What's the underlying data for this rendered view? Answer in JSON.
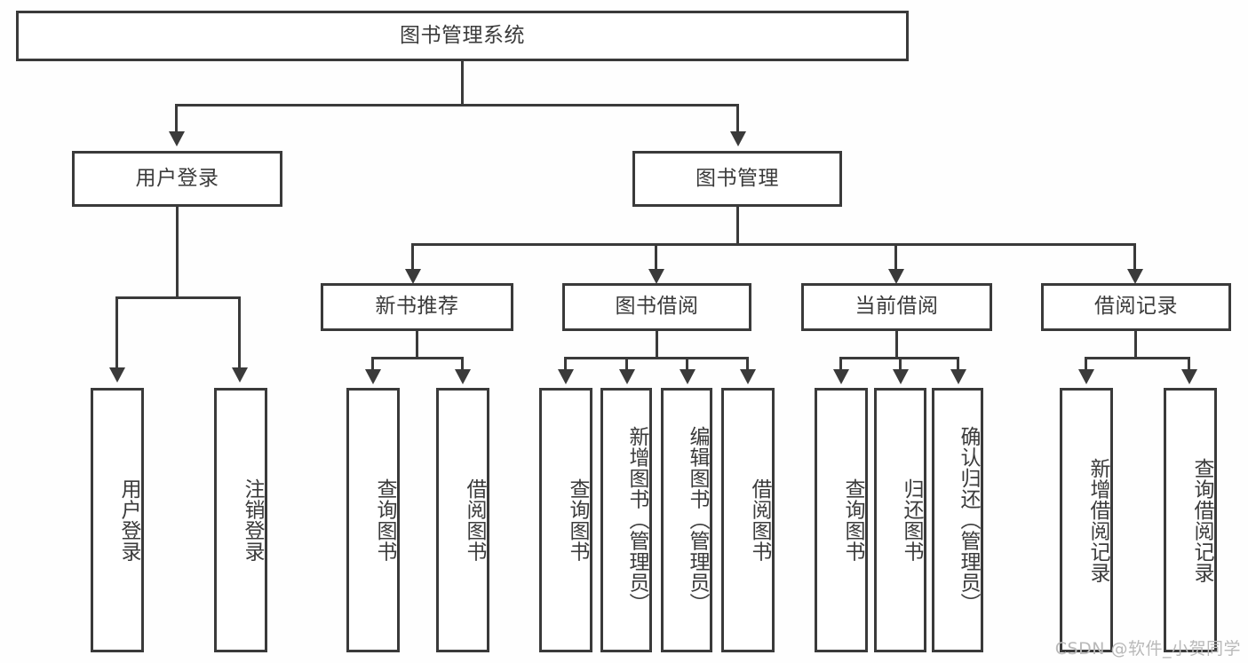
{
  "diagram": {
    "title": "图书管理系统",
    "type": "hierarchy-tree",
    "watermark": "CSDN @软件_小贺同学",
    "colors": {
      "line": "#3a3a3a",
      "text": "#3b3b3b",
      "box_fill": "#ffffff",
      "background": "#fefefe",
      "watermark": "#b9b9b9"
    },
    "root": {
      "label": "图书管理系统"
    },
    "level2": [
      {
        "label": "用户登录"
      },
      {
        "label": "图书管理"
      }
    ],
    "level3": [
      {
        "label": "新书推荐"
      },
      {
        "label": "图书借阅"
      },
      {
        "label": "当前借阅"
      },
      {
        "label": "借阅记录"
      }
    ],
    "leaves": [
      {
        "label": "用户登录",
        "parent": "用户登录"
      },
      {
        "label": "注销登录",
        "parent": "用户登录"
      },
      {
        "label": "查询图书",
        "parent": "新书推荐"
      },
      {
        "label": "借阅图书",
        "parent": "新书推荐"
      },
      {
        "label": "查询图书",
        "parent": "图书借阅"
      },
      {
        "label": "新增图书（管理员）",
        "parent": "图书借阅"
      },
      {
        "label": "编辑图书（管理员）",
        "parent": "图书借阅"
      },
      {
        "label": "借阅图书",
        "parent": "图书借阅"
      },
      {
        "label": "查询图书",
        "parent": "当前借阅"
      },
      {
        "label": "归还图书",
        "parent": "当前借阅"
      },
      {
        "label": "确认归还（管理员）",
        "parent": "当前借阅"
      },
      {
        "label": "新增借阅记录",
        "parent": "借阅记录"
      },
      {
        "label": "查询借阅记录",
        "parent": "借阅记录"
      }
    ]
  }
}
